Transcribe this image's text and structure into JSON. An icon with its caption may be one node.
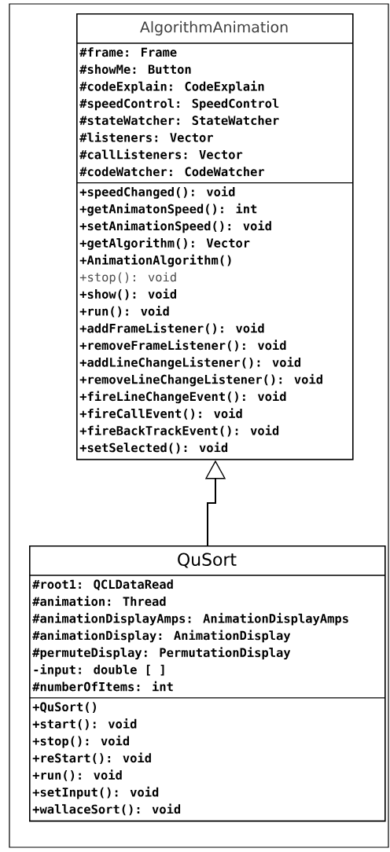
{
  "diagram": {
    "nodes": [
      {
        "text": [
          "AlgorithmAnimation",
          "#frame: Frame",
          "#showMe: Button",
          "#codeExplain: CodeExplain",
          "#speedControl: SpeedControl",
          "#stateWatcher: StateWatcher",
          "#listeners: Vector",
          "#callListeners: Vector",
          "#codeWatcher: CodeWatcher",
          "+speedChanged(): void",
          "+getAnimatonSpeed(): int",
          "+setAnimationSpeed(): void",
          "+getAlgorithm(): Vector",
          "+AnimationAlgorithm()",
          "+stop(): void",
          "+show(): void",
          "+run(): void",
          "+addFrameListener(): void",
          "+removeFrameListener(): void",
          "+addLineChangeListener(): void",
          "+removeLineChangeListener(): void",
          "+fireLineChangeEvent(): void",
          "+fireCallEvent(): void",
          "+fireBackTrackEvent(): void",
          "+setSelected(): void"
        ]
      },
      {
        "text": [
          "QuSort",
          "#root1: QCLDataRead",
          "#animation: Thread",
          "#animationDisplayAmps: AnimationDisplayAmps",
          "#animationDisplay: AnimationDisplay",
          "#permuteDisplay: PermutationDisplay",
          "-input: double [ ]",
          "#numberOfItems: int",
          "+QuSort()",
          "+start(): void",
          "+stop(): void",
          "+reStart(): void",
          "+run(): void",
          "+setInput(): void",
          "+wallaceSort(): void"
        ]
      }
    ],
    "edges": [
      {
        "from": 1,
        "to": 0,
        "arrow": "to"
      }
    ]
  }
}
